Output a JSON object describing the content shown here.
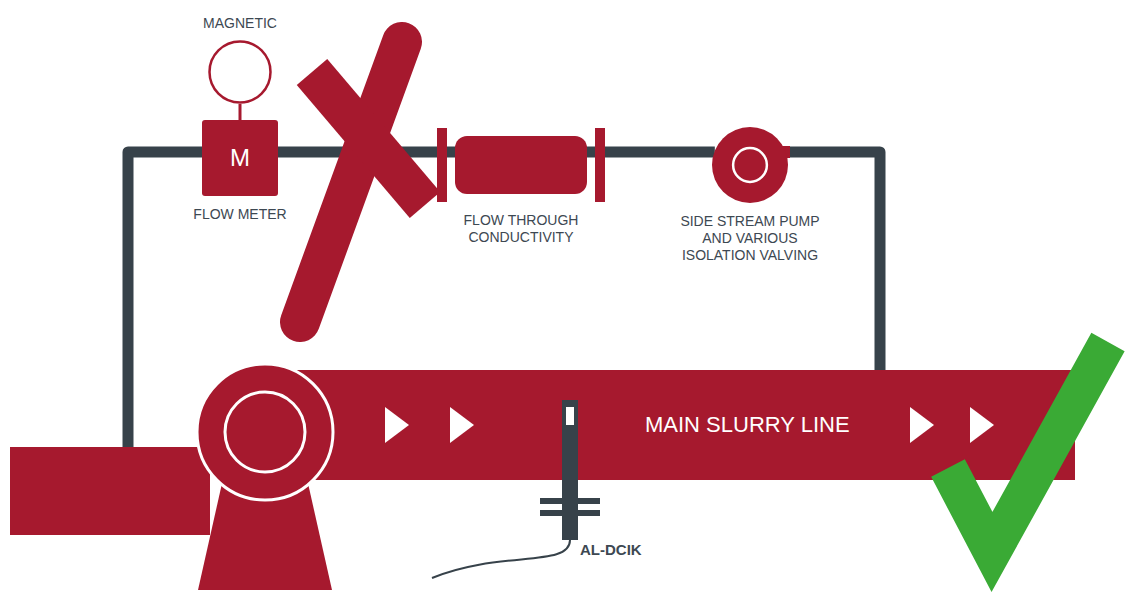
{
  "diagram": {
    "nodes": [
      {
        "text": [
          "MAGNETIC"
        ]
      },
      {
        "text": [
          "M",
          "FLOW METER"
        ]
      },
      {
        "text": [
          "FLOW THROUGH CONDUCTIVITY"
        ]
      },
      {
        "text": [
          "SIDE STREAM PUMP AND VARIOUS ISOLATION VALVING"
        ]
      },
      {
        "text": [
          "MAIN SLURRY LINE"
        ]
      },
      {
        "text": [
          "AL-DCIK"
        ]
      }
    ],
    "edges": [
      {
        "from": 0,
        "to": 1,
        "arrow": "none"
      },
      {
        "from": 4,
        "to": 1,
        "arrow": "none"
      },
      {
        "from": 1,
        "to": 2,
        "arrow": "none"
      },
      {
        "from": 2,
        "to": 3,
        "arrow": "none"
      },
      {
        "from": 3,
        "to": 4,
        "arrow": "none"
      }
    ]
  }
}
